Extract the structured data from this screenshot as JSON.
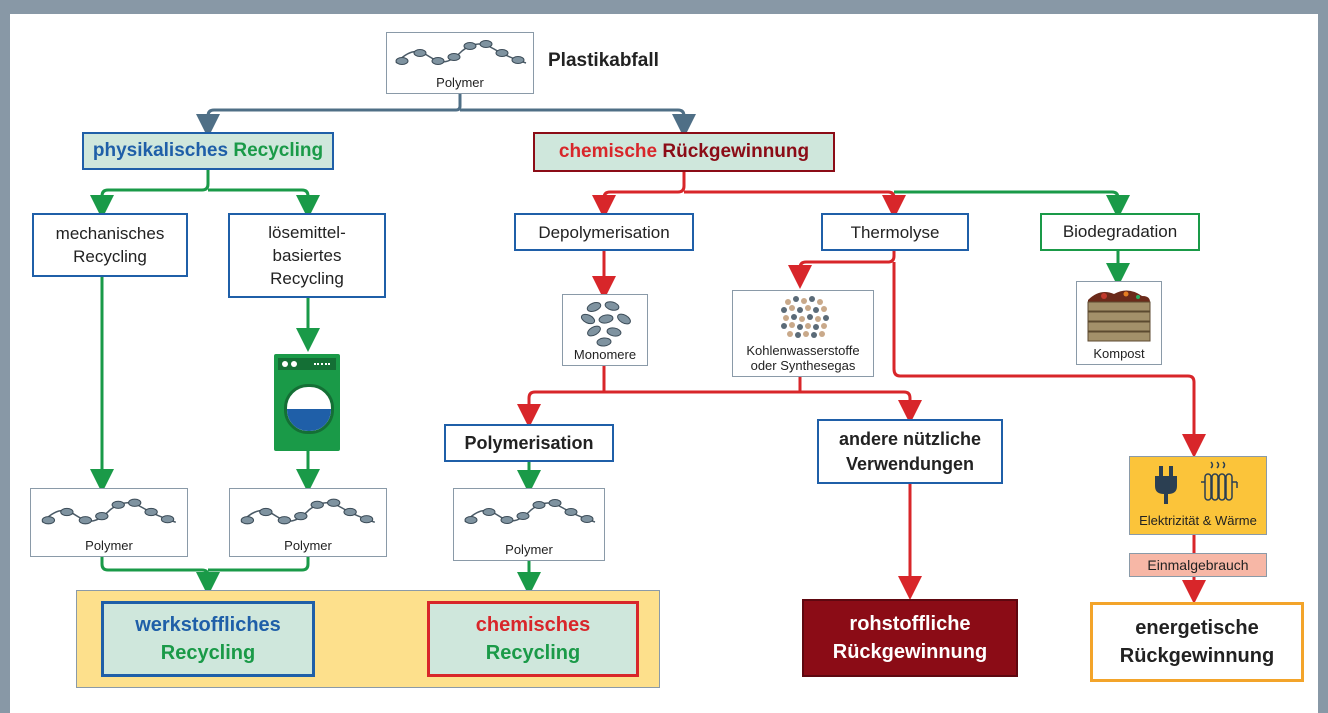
{
  "top": {
    "polymer_caption": "Polymer",
    "title": "Plastikabfall"
  },
  "physical": {
    "part1": "physikalisches",
    "part2": "Recycling"
  },
  "chemical": {
    "part1": "chemische",
    "part2": "Rückgewinnung"
  },
  "mechanical": "mechanisches\nRecycling",
  "solvent": "lösemittel-\nbasiertes\nRecycling",
  "depolymerisation": "Depolymerisation",
  "thermolysis": "Thermolyse",
  "biodegradation": "Biodegradation",
  "monomers": "Monomere",
  "hydrocarbons": "Kohlenwasserstoffe\noder Synthesegas",
  "compost": "Kompost",
  "polymerisation": "Polymerisation",
  "other_uses": "andere nützliche\nVerwendungen",
  "electricity": "Elektrizität & Wärme",
  "single_use": "Einmalgebrauch",
  "polymer_caption_1": "Polymer",
  "polymer_caption_2": "Polymer",
  "polymer_caption_3": "Polymer",
  "material_recycling": {
    "line1": "werkstoffliches",
    "line2": "Recycling"
  },
  "chemical_recycling": {
    "line1": "chemisches",
    "line2": "Recycling"
  },
  "feedstock_recovery": "rohstoffliche\nRückgewinnung",
  "energy_recovery": "energetische\nRückgewinnung",
  "colors": {
    "frame": "#8898a6",
    "blue": "#1f5fa8",
    "green": "#1a9a48",
    "red": "#d8262a",
    "dark_red": "#8b0c16",
    "header_fill": "#cfe7dc",
    "yellow_panel": "#fde08c",
    "energy_fill": "#fbc43a",
    "pink": "#f7b7a6",
    "orange": "#f3a42a",
    "gray_line": "#4f6f86"
  }
}
